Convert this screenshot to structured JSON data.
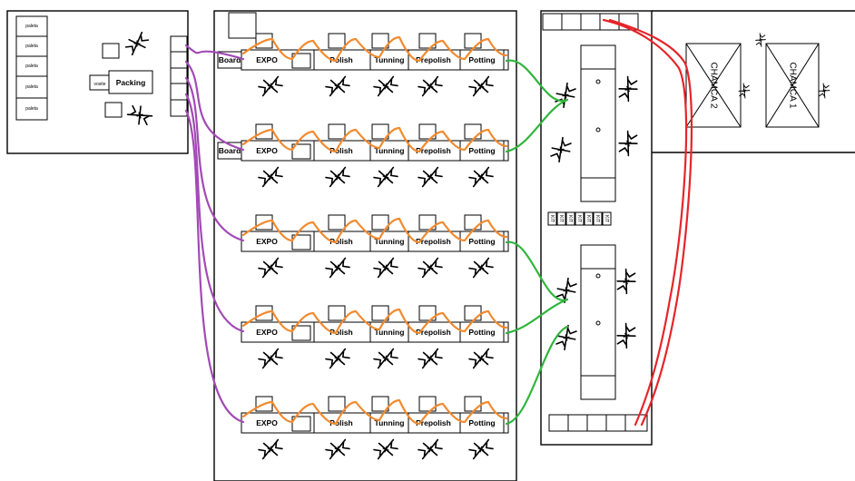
{
  "packing_area": {
    "shelves": [
      "paleta",
      "paleta",
      "paleta",
      "paleta",
      "paleta"
    ],
    "packing_label": "Packing",
    "small_label": "vosite"
  },
  "production_lines": [
    {
      "board_label": "Board",
      "stations": [
        "EXPO",
        "Polish",
        "Tunning",
        "Prepolish",
        "Potting"
      ]
    },
    {
      "board_label": "Board",
      "stations": [
        "EXPO",
        "Polish",
        "Tunning",
        "Prepolish",
        "Potting"
      ]
    },
    {
      "board_label": "",
      "stations": [
        "EXPO",
        "Polish",
        "Tunning",
        "Prepolish",
        "Potting"
      ]
    },
    {
      "board_label": "",
      "stations": [
        "EXPO",
        "Polish",
        "Tunning",
        "Prepolish",
        "Potting"
      ]
    },
    {
      "board_label": "",
      "stations": [
        "EXPO",
        "Polish",
        "Tunning",
        "Prepolish",
        "Potting"
      ]
    }
  ],
  "kit_labels": [
    "KIT",
    "KIT",
    "KIT",
    "KIT",
    "KIT",
    "KIT",
    "KIT"
  ],
  "chambers": [
    "CHAMCA 2",
    "CHAMCA 1"
  ],
  "colors": {
    "purple": "#a24ab5",
    "orange": "#f28a2e",
    "green": "#2fb53c",
    "red": "#e5252a"
  }
}
